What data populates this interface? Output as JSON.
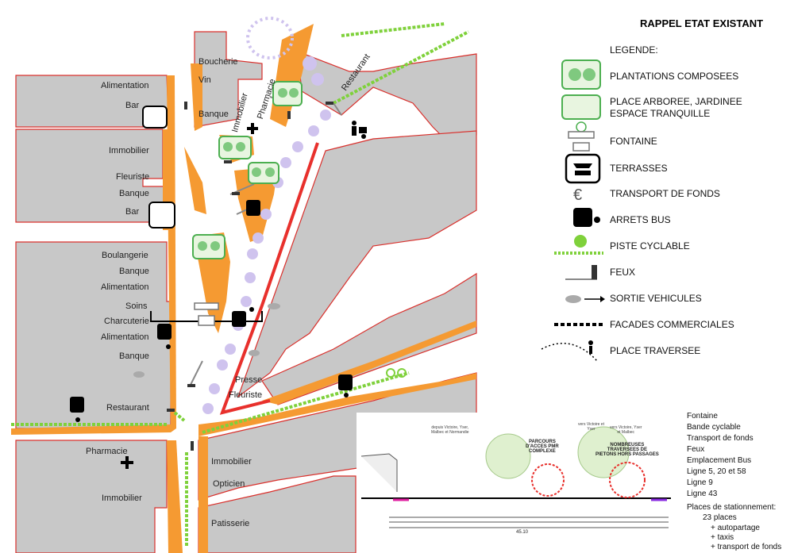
{
  "title": "RAPPEL ETAT EXISTANT",
  "legend": {
    "heading": "LEGENDE:",
    "items": [
      {
        "icon": "plantations-icon",
        "label": "PLANTATIONS COMPOSEES"
      },
      {
        "icon": "garden-square-icon",
        "label": "PLACE ARBOREE, JARDINEE\nESPACE TRANQUILLE"
      },
      {
        "icon": "fountain-icon",
        "label": "FONTAINE"
      },
      {
        "icon": "terrace-icon",
        "label": "TERRASSES"
      },
      {
        "icon": "euro-icon",
        "label": "TRANSPORT DE FONDS"
      },
      {
        "icon": "bus-icon",
        "label": "ARRETS BUS"
      },
      {
        "icon": "bicycle-icon",
        "label": "PISTE CYCLABLE"
      },
      {
        "icon": "traffic-light-icon",
        "label": "FEUX"
      },
      {
        "icon": "car-icon",
        "label": "SORTIE VEHICULES"
      },
      {
        "icon": "dashed-line-icon",
        "label": "FACADES COMMERCIALES"
      },
      {
        "icon": "pedestrian-icon",
        "label": "PLACE TRAVERSEE"
      }
    ]
  },
  "map_labels": {
    "boucherie": "Boucherie",
    "vin": "Vin",
    "banque_top": "Banque",
    "immobilier_rot": "Immobilier",
    "pharmacie_rot": "Pharmacie",
    "restaurant_rot": "Restaurant",
    "alimentation_1": "Alimentation",
    "bar_1": "Bar",
    "immobilier_1": "Immobilier",
    "fleuriste_1": "Fleuriste",
    "banque_1": "Banque",
    "bar_2": "Bar",
    "boulangerie": "Boulangerie",
    "banque_2": "Banque",
    "alimentation_2": "Alimentation",
    "soins": "Soins",
    "charcuterie": "Charcuterie",
    "alimentation_3": "Alimentation",
    "banque_3": "Banque",
    "restaurant_2": "Restaurant",
    "presse": "Presse",
    "fleuriste_2": "Fleuriste",
    "pharmacie_2": "Pharmacie",
    "immobilier_2": "Immobilier",
    "immobilier_3": "Immobilier",
    "opticien": "Opticien",
    "patisserie": "Patisserie"
  },
  "section": {
    "total_width": "45.10",
    "callout_1": "PARCOURS\nD'ACCES PMR\nCOMPLEXE",
    "callout_2": "NOMBREUSES\nTRAVERSEES DE\nPIETONS HORS PASSAGES",
    "top_note_1": "depuis Victoire, Yser,\nMalbec et Normandie",
    "top_note_2": "vers Victoire et\nYser",
    "top_note_3": "vers Victoire, Yser\net Malbec"
  },
  "sidebar": {
    "lines": [
      "Fontaine",
      "Bande cyclable",
      "Transport de fonds",
      "Feux",
      "Emplacement Bus",
      "Ligne 5, 20 et 58",
      "Ligne 9",
      "Ligne 43"
    ],
    "parking_heading": "Places de stationnement:",
    "parking_count": "23 places",
    "parking_extras": [
      "+ autopartage",
      "+ taxis",
      "+ transport de fonds"
    ]
  },
  "colors": {
    "building": "#c8c8c8",
    "building_edge": "#d9302c",
    "orange_zone": "#f59a32",
    "bike_lane": "#7fd13b",
    "red_lane": "#e8302c",
    "purple_dots": "#cfc3ee",
    "green_box": "#4caf50"
  }
}
